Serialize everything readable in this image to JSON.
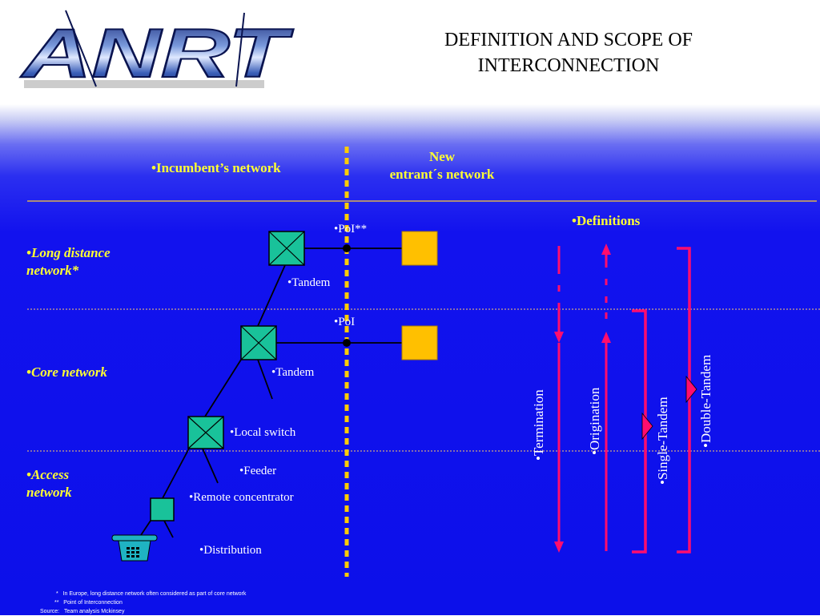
{
  "header": {
    "logo_text": "ANRT",
    "title_line1": "DEFINITION AND SCOPE OF",
    "title_line2": "INTERCONNECTION"
  },
  "columns": {
    "incumbent": "•Incumbent’s network",
    "new_entrant_line1": "New",
    "new_entrant_line2": "entrant´s network",
    "definitions": "•Definitions"
  },
  "layers": {
    "long_distance_line1": "•Long distance",
    "long_distance_line2": "network*",
    "core": "•Core network",
    "access_line1": "•Access",
    "access_line2": "network"
  },
  "nodes": {
    "poi_top": "•PoI**",
    "poi_mid": "•PoI",
    "tandem_top": "•Tandem",
    "tandem_mid": "•Tandem",
    "local_switch": "•Local switch",
    "feeder": "•Feeder",
    "remote_concentrator": "•Remote concentrator",
    "distribution": "•Distribution"
  },
  "definitions": {
    "termination": "•Termination",
    "origination": "•Origination",
    "single_tandem": "•Single-Tandem",
    "double_tandem": "•Double-Tandem"
  },
  "footnotes": {
    "star1_marker": "*",
    "star1_text": "In Europe, long distance network often considered as part of core network",
    "star2_marker": "**",
    "star2_text": "Point of Interconnection",
    "source_label": "Source:",
    "source_text": "Team analysis Mckinsey"
  },
  "colors": {
    "label_yellow": "#ffff33",
    "arrow_magenta": "#ff0d6e",
    "switch_green": "#19c29a",
    "entrant_yellow": "#ffc000"
  }
}
